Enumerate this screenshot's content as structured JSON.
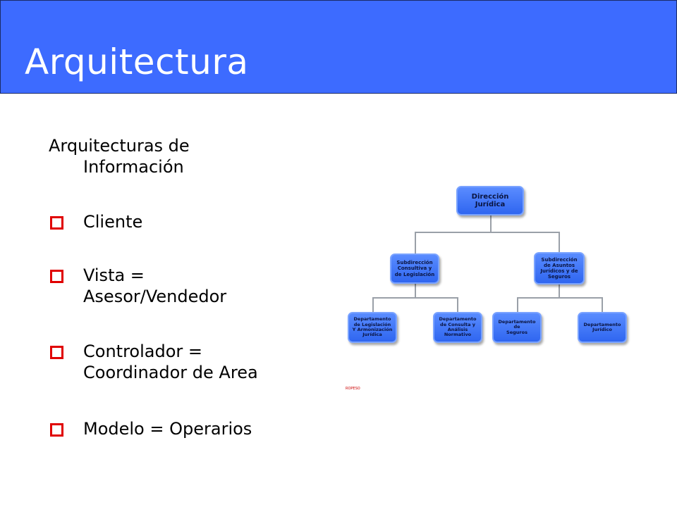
{
  "slide": {
    "title": "Arquitectura",
    "intro_line1": "Arquitecturas de",
    "intro_line2": "Información",
    "bullets": [
      {
        "line1": "Cliente",
        "line2": ""
      },
      {
        "line1": "Vista =",
        "line2": "Asesor/Vendedor"
      },
      {
        "line1": "Controlador =",
        "line2": "Coordinador de Area"
      },
      {
        "line1": "Modelo = Operarios",
        "line2": ""
      }
    ],
    "colors": {
      "header": "#3d6bff",
      "bullet_box": "#e00000",
      "node": "#3f74ff"
    }
  },
  "org_chart": {
    "root": "Dirección\nJurídica",
    "level2": [
      "Subdirección\nConsultiva y\nde Legislación",
      "Subdirección\nde Asuntos\nJurídicos y de\nSeguros"
    ],
    "level3": [
      "Departamento\nde Legislación\nY Armonización\nJurídica",
      "Departamento\nde Consulta y\nAnálisis\nNormativo",
      "Departamento\nde\nSeguros",
      "Departamento\nJurídico"
    ],
    "footnote": "ROPESO"
  }
}
